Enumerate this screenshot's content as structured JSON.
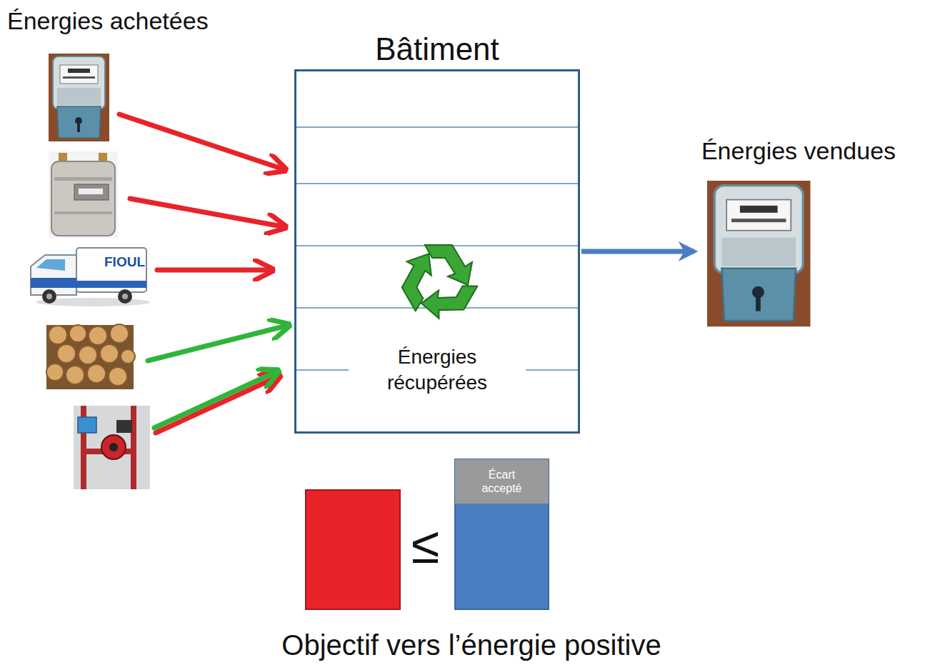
{
  "diagram": {
    "caption": "Objectif vers l’énergie positive",
    "nodes": [
      {
        "text": [
          "Bâtiment",
          "Énergies récupérées"
        ]
      },
      {
        "text": [
          "Énergies vendues"
        ]
      },
      {
        "text": [
          "Écart accepté"
        ]
      }
    ],
    "edges": [
      {
        "from": 0,
        "to": 1,
        "arrow": "to"
      }
    ],
    "labels": [
      "Énergies achetées",
      "FIOUL",
      "≤"
    ]
  }
}
